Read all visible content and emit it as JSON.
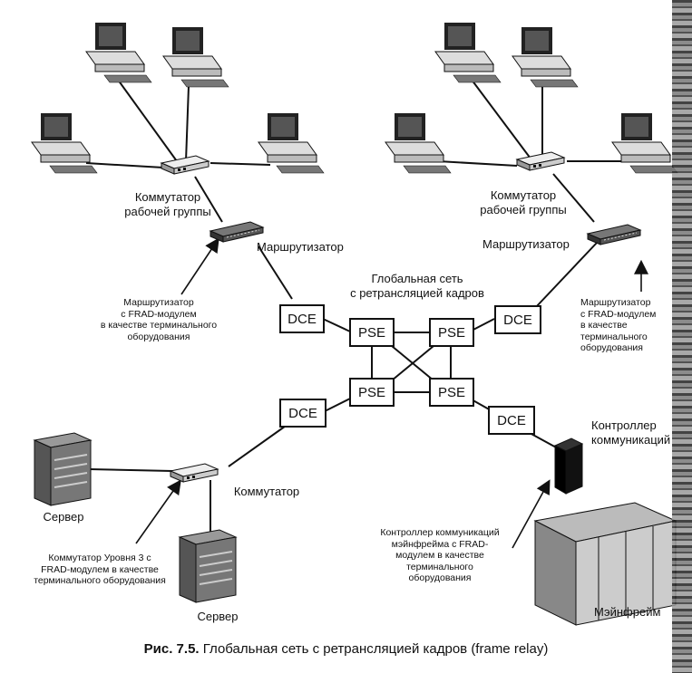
{
  "labels": {
    "workgroup_switch": "Коммутатор\nрабочей группы",
    "router": "Маршрутизатор",
    "wan_title": "Глобальная сеть\nс ретрансляцией кадров",
    "router_frad": "Маршрутизатор\nс FRAD-модулем\nв качестве терминального\nоборудования",
    "switch": "Коммутатор",
    "server": "Сервер",
    "l3_switch_frad": "Коммутатор Уровня 3 с\nFRAD-модулем в качестве\nтерминального оборудования",
    "comm_controller": "Контроллер\nкоммуникаций",
    "mainframe_controller": "Контроллер коммуникаций\nмэйнфрейма с FRAD-\nмодулем в качестве\nтерминального\nоборудования",
    "mainframe": "Мэйнфрейм",
    "dce": "DCE",
    "pse": "PSE"
  },
  "caption": {
    "prefix": "Рис. 7.5.",
    "text": "Глобальная сеть с ретрансляцией кадров (frame relay)"
  }
}
